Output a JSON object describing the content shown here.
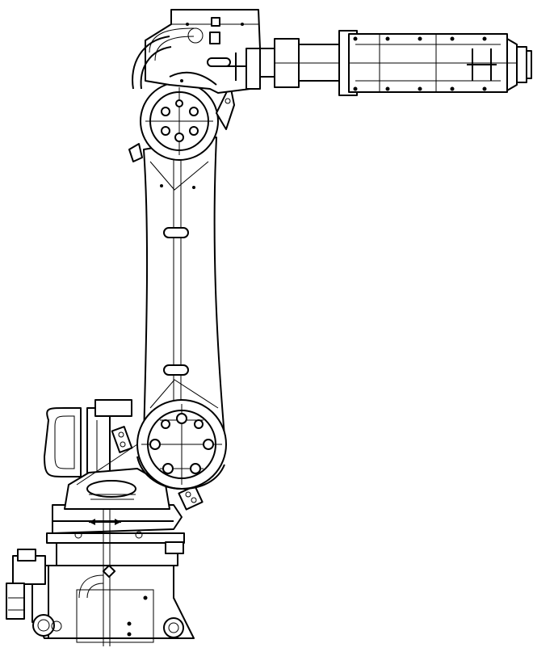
{
  "drawing": {
    "callouts": [
      {
        "id": "wrist-axis",
        "text": ""
      },
      {
        "id": "upper-arm-axis",
        "text": ""
      },
      {
        "id": "forearm-axis",
        "text": ""
      },
      {
        "id": "lower-axis",
        "text": ""
      }
    ]
  }
}
